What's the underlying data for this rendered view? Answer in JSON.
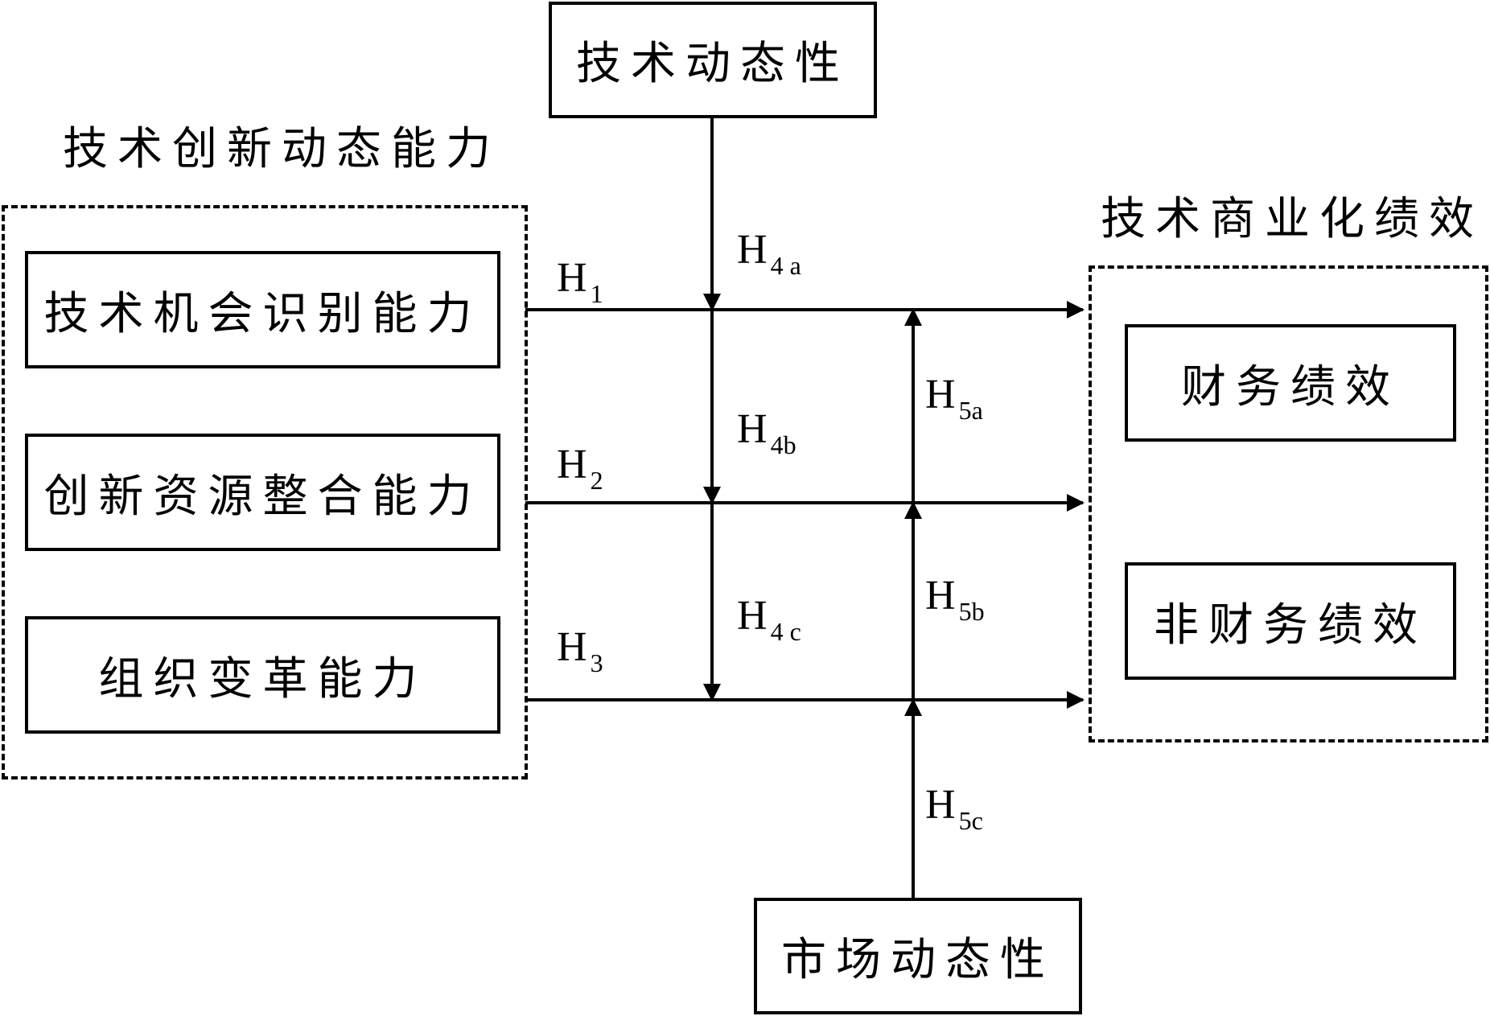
{
  "moderators": {
    "tech_dynamism": "技术动态性",
    "market_dynamism": "市场动态性"
  },
  "left_group": {
    "title": "技术创新动态能力",
    "items": [
      "技术机会识别能力",
      "创新资源整合能力",
      "组织变革能力"
    ]
  },
  "right_group": {
    "title": "技术商业化绩效",
    "items": [
      "财务绩效",
      "非财务绩效"
    ]
  },
  "hypotheses": {
    "h1": {
      "main": "H",
      "sub": "1"
    },
    "h2": {
      "main": "H",
      "sub": "2"
    },
    "h3": {
      "main": "H",
      "sub": "3"
    },
    "h4a": {
      "main": "H",
      "sub": "4 a"
    },
    "h4b": {
      "main": "H",
      "sub": "4b"
    },
    "h4c": {
      "main": "H",
      "sub": "4 c"
    },
    "h5a": {
      "main": "H",
      "sub": "5a"
    },
    "h5b": {
      "main": "H",
      "sub": "5b"
    },
    "h5c": {
      "main": "H",
      "sub": "5c"
    }
  }
}
